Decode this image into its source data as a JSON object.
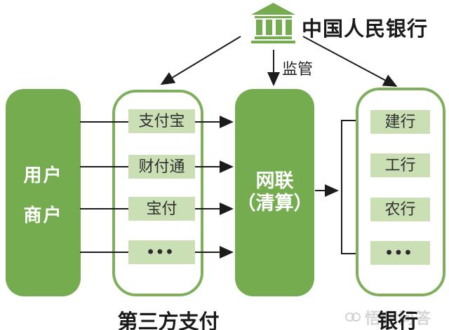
{
  "header": {
    "bank_name": "中国人民银行",
    "supervision_label": "监管"
  },
  "left_panel": {
    "line1": "用户",
    "line2": "商户"
  },
  "third_party": {
    "items": [
      "支付宝",
      "财付通",
      "宝付",
      "•••"
    ],
    "caption": "第三方支付"
  },
  "clearing": {
    "line1": "网联",
    "line2": "（清算）"
  },
  "banks": {
    "items": [
      "建行",
      "工行",
      "农行",
      "•••"
    ],
    "caption": "银行"
  },
  "watermark": {
    "text": "悟空问答"
  },
  "colors": {
    "green": "#74AC4F",
    "border_green": "#7FAE5C",
    "light_green": "#CBDFB5",
    "line": "#1C1C1C",
    "text_dark": "#2F2F2F",
    "title_black": "#1A1A1A",
    "watermark_gray": "#C9C9C9",
    "bg": "#FFFFFF"
  }
}
